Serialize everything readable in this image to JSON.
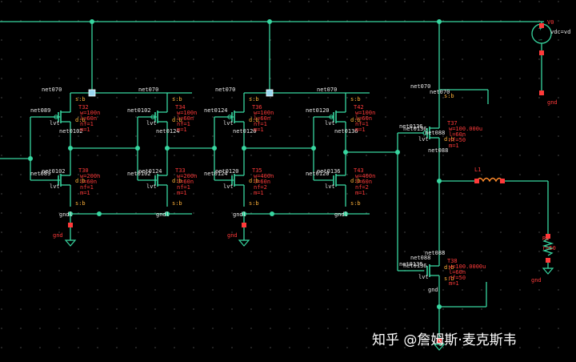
{
  "watermark": "知乎 @詹姆斯·麦克斯韦",
  "colors": {
    "background": "#000000",
    "grid_dot": "#3a3a3a",
    "wire": "#38d6a0",
    "device": "#38d6a0",
    "label": "#e8e8e8",
    "instance_name": "#ff3a3a",
    "pin_label": "#ffb23a",
    "junction": "#38d6a0",
    "selected_pin": "#9ad7f0"
  },
  "devices": [
    {
      "name": "T32",
      "params": [
        "w=100n",
        "l=60n",
        "nf=1",
        "m=1"
      ],
      "d": "net070",
      "g": "net089",
      "s": "net0102",
      "pins": [
        "s:b",
        "d:b"
      ]
    },
    {
      "name": "T30",
      "params": [
        "w=200n",
        "l=60n",
        "nf=1",
        "m=1"
      ],
      "d": "net0102",
      "g": "net089",
      "s": "gndl",
      "pins": [
        "d:b",
        "s:b"
      ]
    },
    {
      "name": "T34",
      "params": [
        "w=100n",
        "l=60n",
        "nf=1",
        "m=1"
      ],
      "d": "net070",
      "g": "net0102",
      "s": "net0124",
      "pins": [
        "s:b",
        "d:b"
      ]
    },
    {
      "name": "T33",
      "params": [
        "w=200n",
        "l=60n",
        "nf=1",
        "m=1"
      ],
      "d": "net0124",
      "g": "net0102",
      "s": "gndl",
      "pins": [
        "d:b",
        "s:b"
      ]
    },
    {
      "name": "T36",
      "params": [
        "w=100n",
        "l=60n",
        "nf=1",
        "m=1"
      ],
      "d": "net070",
      "g": "net0124",
      "s": "net0120",
      "pins": [
        "s:b",
        "d:b"
      ]
    },
    {
      "name": "T35",
      "params": [
        "w=400n",
        "l=60n",
        "nf=2",
        "m=1"
      ],
      "d": "net0120",
      "g": "net0124",
      "s": "gndl",
      "pins": [
        "d:b",
        "s:b"
      ]
    },
    {
      "name": "T42",
      "params": [
        "w=100n",
        "l=60n",
        "nf=1",
        "m=1"
      ],
      "d": "net070",
      "g": "net0120",
      "s": "net0136",
      "pins": [
        "s:b",
        "d:b"
      ]
    },
    {
      "name": "T43",
      "params": [
        "w=400n",
        "l=60n",
        "nf=2",
        "m=1"
      ],
      "d": "net0136",
      "g": "net0120",
      "s": "gndl",
      "pins": [
        "d:b",
        "s:b"
      ]
    },
    {
      "name": "T37",
      "params": [
        "w=100.000u",
        "l=60n",
        "nf=50",
        "m=1"
      ],
      "d": "net070",
      "g": "net0136",
      "s": "net088",
      "pins": [
        "s:b",
        "d:b"
      ]
    },
    {
      "name": "T38",
      "params": [
        "w=100.0000u",
        "l=60n",
        "nf=50",
        "m=1"
      ],
      "d": "net088",
      "g": "net0136",
      "s": "gnd",
      "pins": [
        "d:b",
        "s:b"
      ]
    }
  ],
  "net_labels": {
    "gate_inputs": [
      "net089",
      "net0102",
      "net0124",
      "net0120"
    ],
    "t37_drain": "net070",
    "t37_gate": "net0136",
    "t37_source": "net088",
    "t38_drain": "net088",
    "t38_gate": "net0136"
  },
  "bulk_pin": "lvt",
  "gnd_label": "gnd",
  "source": {
    "name": "V0",
    "params": [
      "vdc=vd"
    ]
  },
  "inductor": {
    "name": "L1"
  },
  "resistor": {
    "name": "R0",
    "params": [
      "r=50"
    ]
  }
}
